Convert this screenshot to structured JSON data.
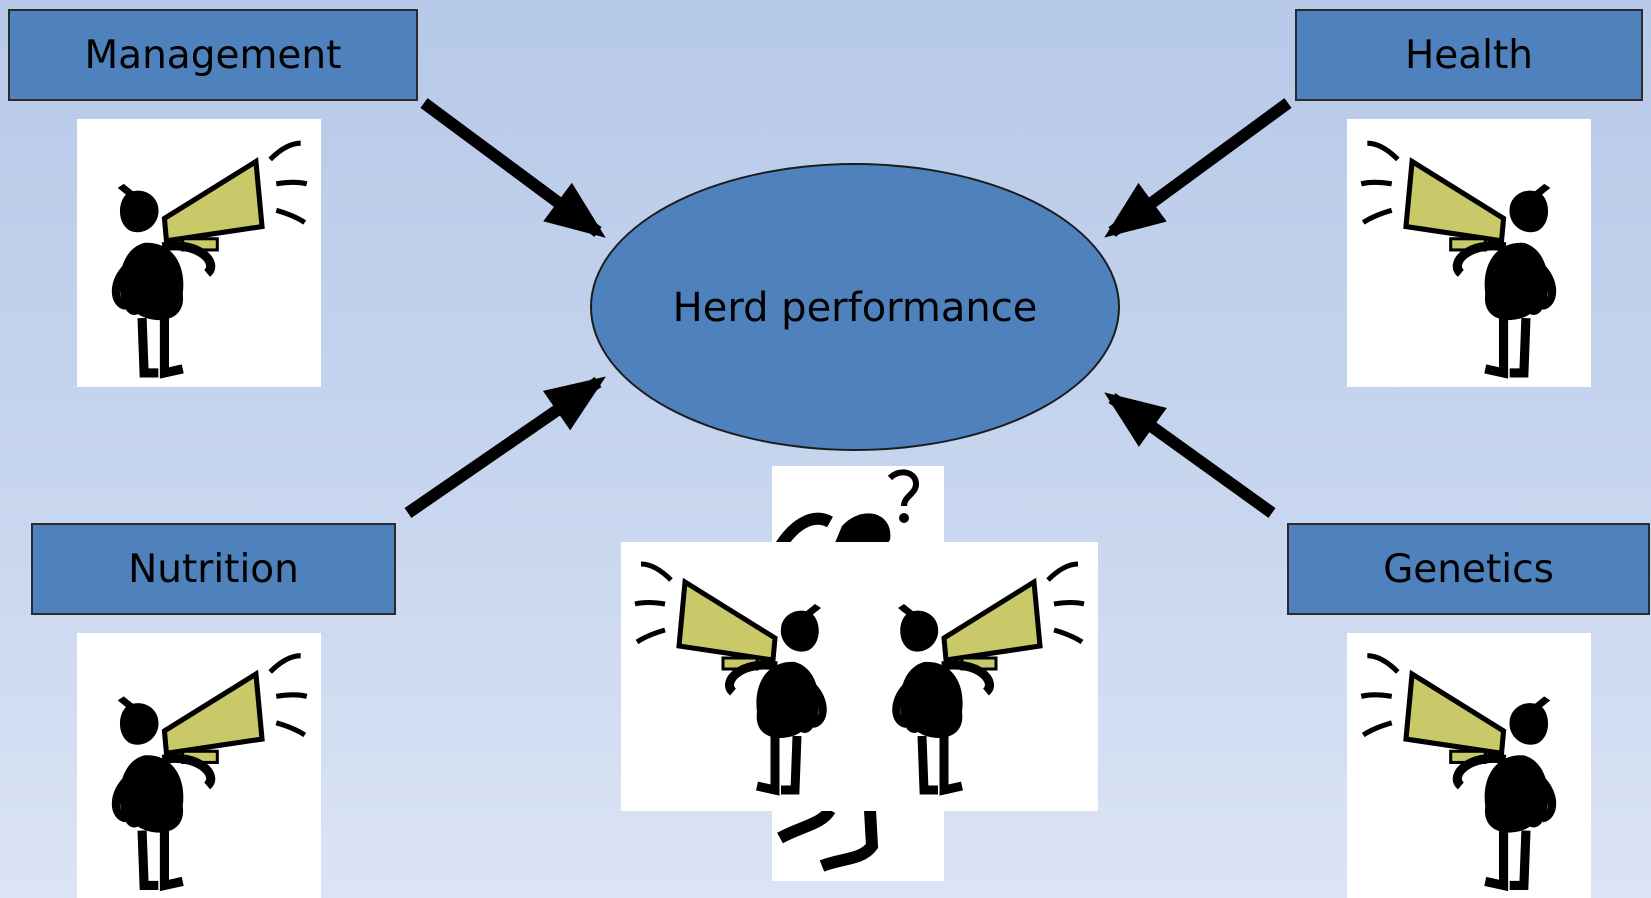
{
  "diagram": {
    "center": {
      "label": "Herd performance"
    },
    "factors": {
      "management": "Management",
      "health": "Health",
      "nutrition": "Nutrition",
      "genetics": "Genetics"
    },
    "icons": {
      "figure": "megaphone-person-icon",
      "confused": "confused-person-icon"
    },
    "colors": {
      "box_fill": "#4f81bd",
      "megaphone": "#c9c96a",
      "arrow": "#000000"
    }
  }
}
